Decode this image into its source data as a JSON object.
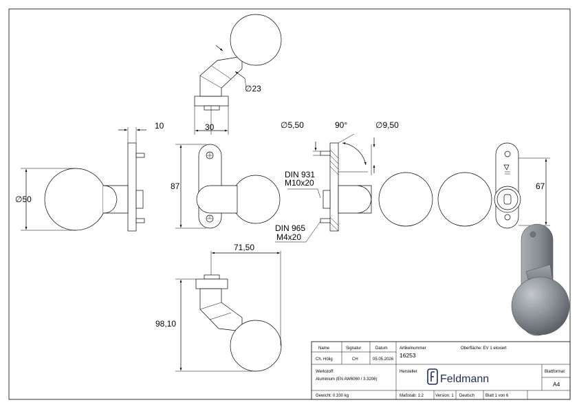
{
  "dimensions": {
    "top_dia": "∅23",
    "top_width": "30",
    "side_plate": "10",
    "side_dia": "∅50",
    "front_height": "87",
    "bottom_width": "71,50",
    "bottom_height": "98,10",
    "sec_dia_small": "∅5,50",
    "sec_angle": "90°",
    "sec_dia_large": "∅9,50",
    "back_height": "67"
  },
  "notes": {
    "din931_line1": "DIN 931",
    "din931_line2": "M10x20",
    "din965_line1": "DIN 965",
    "din965_line2": "M4x20"
  },
  "title_block": {
    "h_name": "Name",
    "h_signatur": "Signatur",
    "h_datum": "Datum",
    "name": "Ch. Hölig",
    "signatur": "CH",
    "datum": "05.05.2026",
    "artikel_label": "Artikelnummer",
    "artikel_value": "16253",
    "oberflaeche": "Oberfläche:  EV 1 eloxiert",
    "werkstoff_label": "Werkstoff:",
    "werkstoff_value": "Aluminium (EN AW6060 / 3.3206)",
    "hersteller_label": "Hersteller",
    "brand": "Feldmann",
    "blattformat_label": "Blattformat",
    "blattformat_value": "A4",
    "gewicht": "Gewicht: 0.330 kg",
    "massstab": "Maßstab: 1:2",
    "version": "Version: 1",
    "sprache": "Deutsch",
    "blatt": "Blatt 1 von 6"
  },
  "colors": {
    "line": "#000000",
    "knob_3d": "#8e9399",
    "knob_3d_dark": "#5f646a",
    "knob_3d_light": "#c4c8cc"
  }
}
